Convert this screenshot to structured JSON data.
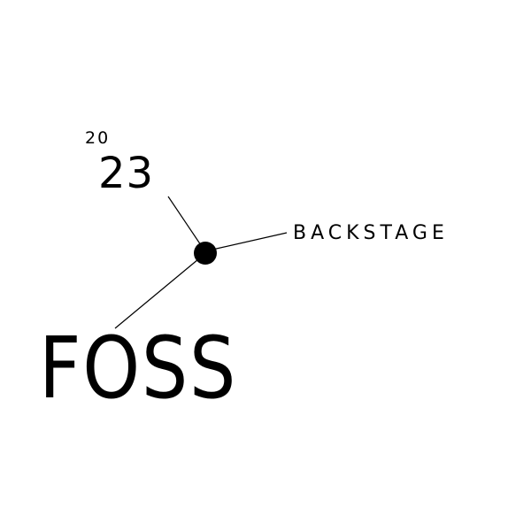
{
  "logo": {
    "year_prefix": "20",
    "year_suffix": "23",
    "tagline": "BACKSTAGE",
    "wordmark": "FOSS"
  },
  "colors": {
    "background": "#ffffff",
    "ink": "#000000"
  }
}
